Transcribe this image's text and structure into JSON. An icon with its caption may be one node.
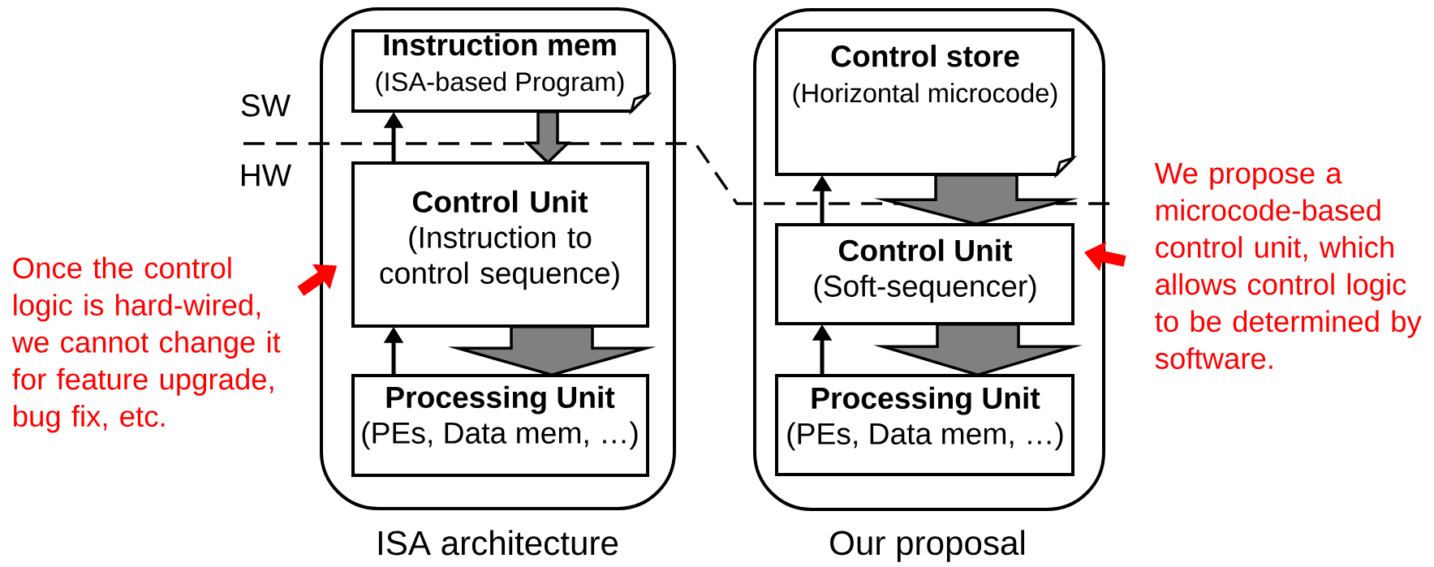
{
  "diagram": {
    "nodes": [
      {
        "text": [
          "ISA architecture"
        ]
      },
      {
        "text": [
          "Instruction mem",
          "(ISA-based Program)"
        ],
        "in": 0
      },
      {
        "text": [
          "Control Unit",
          "(Instruction to control sequence)"
        ],
        "in": 0
      },
      {
        "text": [
          "Processing Unit",
          "(PEs, Data mem, …)"
        ],
        "in": 0
      },
      {
        "text": [
          "Our proposal"
        ]
      },
      {
        "text": [
          "Control store",
          "(Horizontal microcode)"
        ],
        "in": 4
      },
      {
        "text": [
          "Control Unit",
          "(Soft-sequencer)"
        ],
        "in": 4
      },
      {
        "text": [
          "Processing Unit",
          "(PEs, Data mem, …)"
        ],
        "in": 4
      },
      {
        "text": [
          "Once the control logic is hard-wired, we cannot change it for feature upgrade, bug fix, etc."
        ]
      },
      {
        "text": [
          "We propose a microcode-based control unit, which allows control logic to be determined by software."
        ]
      }
    ],
    "edges": [
      {
        "from": 1,
        "to": 2,
        "arrow": "to",
        "style": "thick",
        "color": "#808080"
      },
      {
        "from": 2,
        "to": 1,
        "arrow": "to"
      },
      {
        "from": 2,
        "to": 3,
        "arrow": "to",
        "style": "thick",
        "color": "#808080"
      },
      {
        "from": 3,
        "to": 2,
        "arrow": "to"
      },
      {
        "from": 5,
        "to": 6,
        "arrow": "to",
        "style": "thick",
        "color": "#808080"
      },
      {
        "from": 6,
        "to": 5,
        "arrow": "to"
      },
      {
        "from": 6,
        "to": 7,
        "arrow": "to",
        "style": "thick",
        "color": "#808080"
      },
      {
        "from": 7,
        "to": 6,
        "arrow": "to"
      },
      {
        "from": 8,
        "to": 2,
        "arrow": "to",
        "style": "thick",
        "color": "#ff0000"
      },
      {
        "from": 9,
        "to": 6,
        "arrow": "to",
        "style": "thick",
        "color": "#ff0000"
      }
    ],
    "labels": [
      "SW",
      "HW"
    ]
  }
}
